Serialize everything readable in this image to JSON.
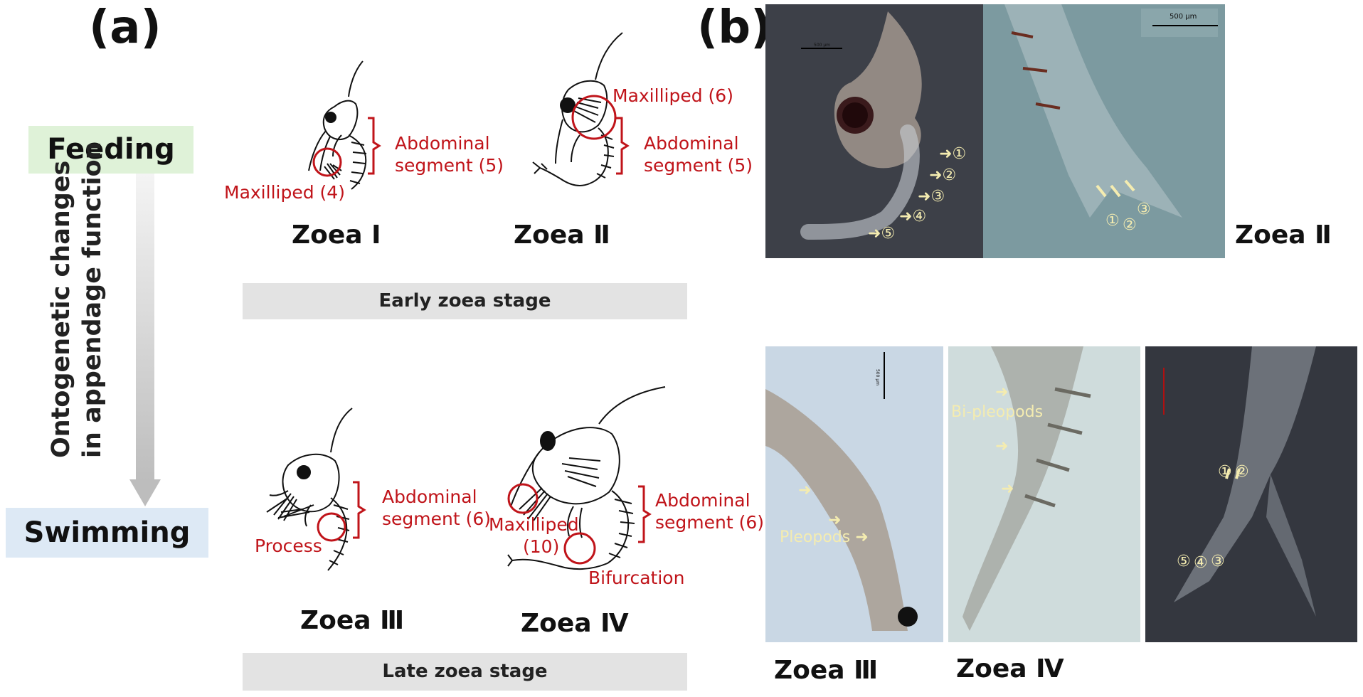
{
  "panel_a_label": "(a)",
  "panel_b_label": "(b)",
  "feeding_label": "Feeding",
  "swimming_label": "Swimming",
  "axis_text_line1": "Ontogenetic changes",
  "axis_text_line2": "in appendage function",
  "early_stage_label": "Early zoea stage",
  "late_stage_label": "Late zoea stage",
  "zoea1": {
    "name": "Zoea Ⅰ",
    "abdominal_line1": "Abdominal",
    "abdominal_line2": "segment (5)",
    "maxilliped": "Maxilliped (4)"
  },
  "zoea2": {
    "name": "Zoea Ⅱ",
    "abdominal_line1": "Abdominal",
    "abdominal_line2": "segment (5)",
    "maxilliped": "Maxilliped (6)"
  },
  "zoea3": {
    "name": "Zoea Ⅲ",
    "abdominal_line1": "Abdominal",
    "abdominal_line2": "segment (6)",
    "process": "Process"
  },
  "zoea4": {
    "name": "Zoea Ⅳ",
    "abdominal_line1": "Abdominal",
    "abdominal_line2": "segment (6)",
    "maxilliped_line1": "Maxilliped",
    "maxilliped_line2": "(10)",
    "bifurcation": "Bifurcation"
  },
  "photos": {
    "zoea2_label": "Zoea Ⅱ",
    "zoea3_label": "Zoea Ⅲ",
    "zoea4_label": "Zoea Ⅳ",
    "scale_500": "500 μm",
    "pleopods": "Pleopods",
    "bi_pleopods": "Bi-pleopods",
    "n1": "①",
    "n2": "②",
    "n3": "③",
    "n4": "④",
    "n5": "⑤"
  },
  "colors": {
    "annotation_red": "#c0141a",
    "feeding_bg": "#dff2d8",
    "swimming_bg": "#dde9f5",
    "stage_bar": "#e3e3e3",
    "photo_marker": "#f4ecb0"
  }
}
